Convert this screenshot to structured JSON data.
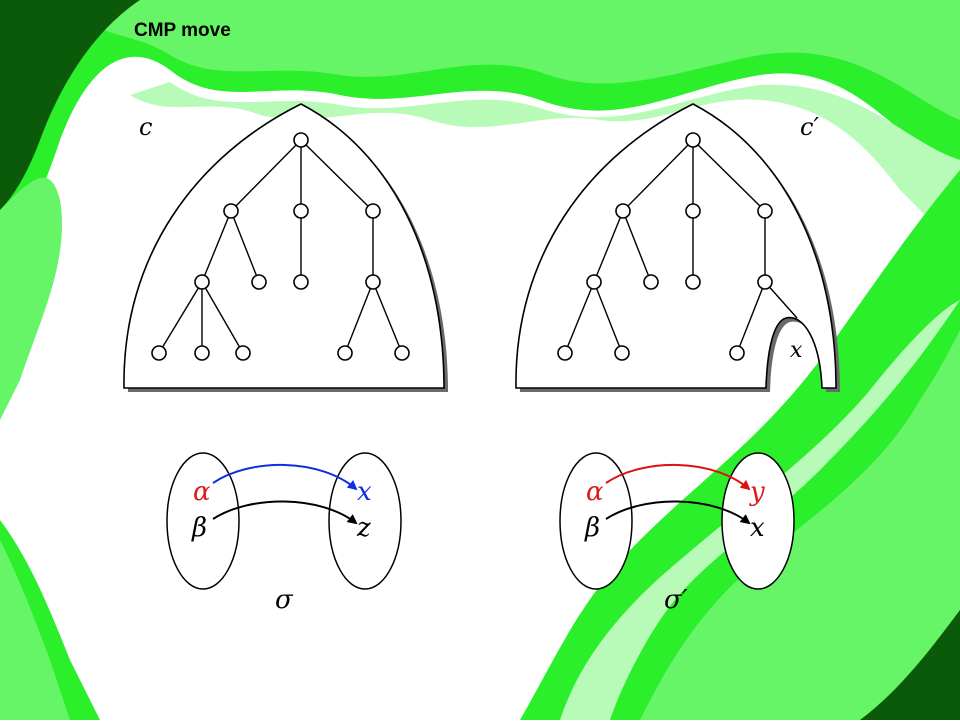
{
  "slide": {
    "title": "CMP move",
    "background_colors": {
      "dark": "#0a5a0a",
      "bright": "#2bef2b",
      "mid": "#66f566",
      "light": "#b8fbb8"
    }
  },
  "left_panel": {
    "config_label": "c",
    "mapping": {
      "domain": [
        "α",
        "β"
      ],
      "codomain": [
        "x",
        "z"
      ],
      "name": "σ",
      "arrow_colors": [
        "#1030e0",
        "#000000"
      ]
    }
  },
  "right_panel": {
    "config_label": "c′",
    "hole_label": "x",
    "mapping": {
      "domain": [
        "α",
        "β"
      ],
      "codomain": [
        "y",
        "x"
      ],
      "name": "σ′",
      "arrow_colors": [
        "#e01010",
        "#000000"
      ]
    }
  },
  "colors": {
    "alpha": "#e01818",
    "x_left": "#1030e0",
    "y_right": "#e01818",
    "text": "#000000"
  }
}
